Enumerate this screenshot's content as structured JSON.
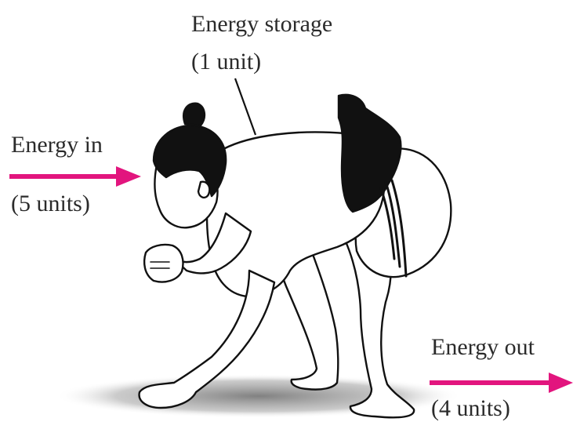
{
  "labels": {
    "storage_title": "Energy storage",
    "storage_amount": "(1 unit)",
    "in_title": "Energy in",
    "in_amount": "(5 units)",
    "out_title": "Energy out",
    "out_amount": "(4 units)"
  },
  "colors": {
    "arrow": "#e2157e",
    "ink": "#111111",
    "figure_fill": "#ffffff",
    "shadow": "#8c8c8c"
  },
  "figure": "sumo-wrestler"
}
